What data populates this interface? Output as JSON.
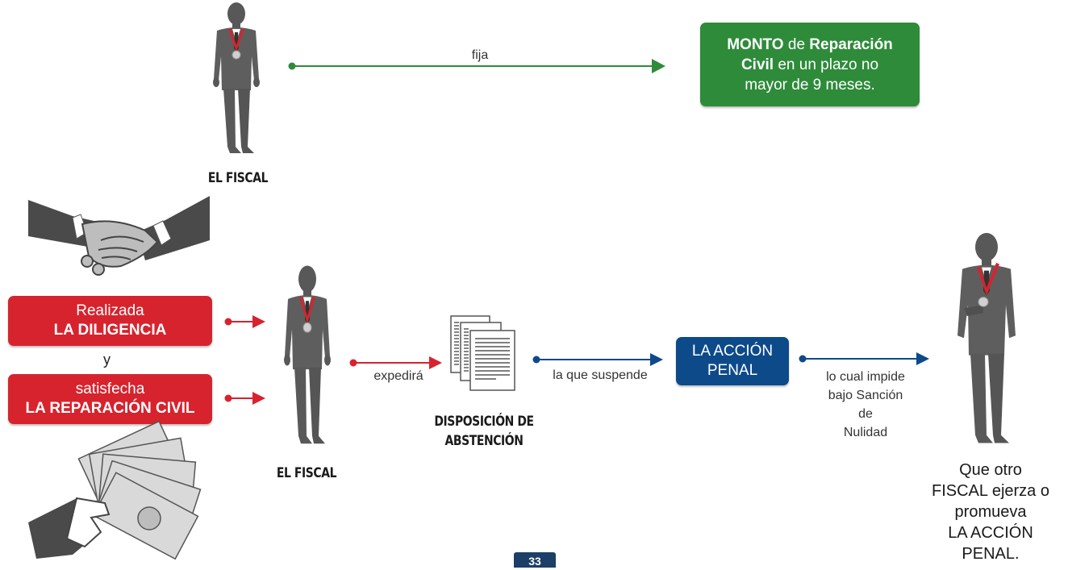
{
  "colors": {
    "green": "#2e8b3a",
    "red": "#d7232e",
    "blue": "#0d4a8a",
    "figure": "#585858",
    "page_badge": "#1b3f66"
  },
  "icons": {
    "fiscal_figure": "fiscal-figure-icon",
    "handshake": "handshake-icon",
    "money": "money-icon",
    "document": "document-stack-icon"
  },
  "top": {
    "fiscal_caption": "EL FISCAL",
    "arrow_label": "fija",
    "result_box": {
      "part1_bold": "MONTO",
      "part2": " de ",
      "part3_bold": "Reparación",
      "line2_bold": "Civil",
      "line2_rest": " en un plazo no",
      "line3": "mayor de 9 meses."
    }
  },
  "left": {
    "box1": {
      "line1": "Realizada",
      "line2": "LA DILIGENCIA"
    },
    "connector": "y",
    "box2": {
      "line1": "satisfecha",
      "line2": "LA REPARACIÓN CIVIL"
    }
  },
  "middle": {
    "fiscal_caption": "EL FISCAL",
    "arrow1_label": "expedirá",
    "document_caption_line1": "DISPOSICIÓN DE",
    "document_caption_line2": "ABSTENCIÓN",
    "arrow2_label": "la que suspende",
    "accion_box": {
      "line1": "LA ACCIÓN",
      "line2": "PENAL"
    },
    "arrow3_label_lines": [
      "lo cual impide",
      "bajo Sanción",
      "de",
      "Nulidad"
    ]
  },
  "right": {
    "text_lines": [
      "Que otro",
      "FISCAL ejerza o",
      "promueva",
      "LA ACCIÓN",
      "PENAL."
    ]
  },
  "page_number": "33"
}
